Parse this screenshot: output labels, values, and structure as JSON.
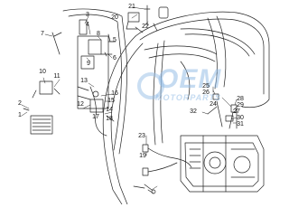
{
  "diagram": {
    "watermark": {
      "brand": "OEM",
      "tagline": "MOTORPARTS"
    },
    "callouts": [
      {
        "id": "c1",
        "label": "1"
      },
      {
        "id": "c2",
        "label": "2"
      },
      {
        "id": "c3",
        "label": "3"
      },
      {
        "id": "c4",
        "label": "4"
      },
      {
        "id": "c5",
        "label": "5"
      },
      {
        "id": "c6",
        "label": "6"
      },
      {
        "id": "c7",
        "label": "7"
      },
      {
        "id": "c8",
        "label": "8"
      },
      {
        "id": "c9",
        "label": "9"
      },
      {
        "id": "c10",
        "label": "10"
      },
      {
        "id": "c11",
        "label": "11"
      },
      {
        "id": "c12",
        "label": "12"
      },
      {
        "id": "c13",
        "label": "13"
      },
      {
        "id": "c14",
        "label": "14"
      },
      {
        "id": "c15",
        "label": "15"
      },
      {
        "id": "c16",
        "label": "16"
      },
      {
        "id": "c17",
        "label": "17"
      },
      {
        "id": "c18",
        "label": "18"
      },
      {
        "id": "c19",
        "label": "19"
      },
      {
        "id": "c20",
        "label": "20"
      },
      {
        "id": "c21",
        "label": "21"
      },
      {
        "id": "c22",
        "label": "22"
      },
      {
        "id": "c23",
        "label": "23"
      },
      {
        "id": "c24",
        "label": "24"
      },
      {
        "id": "c25",
        "label": "25"
      },
      {
        "id": "c26",
        "label": "26"
      },
      {
        "id": "c27",
        "label": "27"
      },
      {
        "id": "c28",
        "label": "28"
      },
      {
        "id": "c29",
        "label": "29"
      },
      {
        "id": "c30",
        "label": "30"
      },
      {
        "id": "c31",
        "label": "31"
      },
      {
        "id": "c32",
        "label": "32"
      }
    ]
  }
}
